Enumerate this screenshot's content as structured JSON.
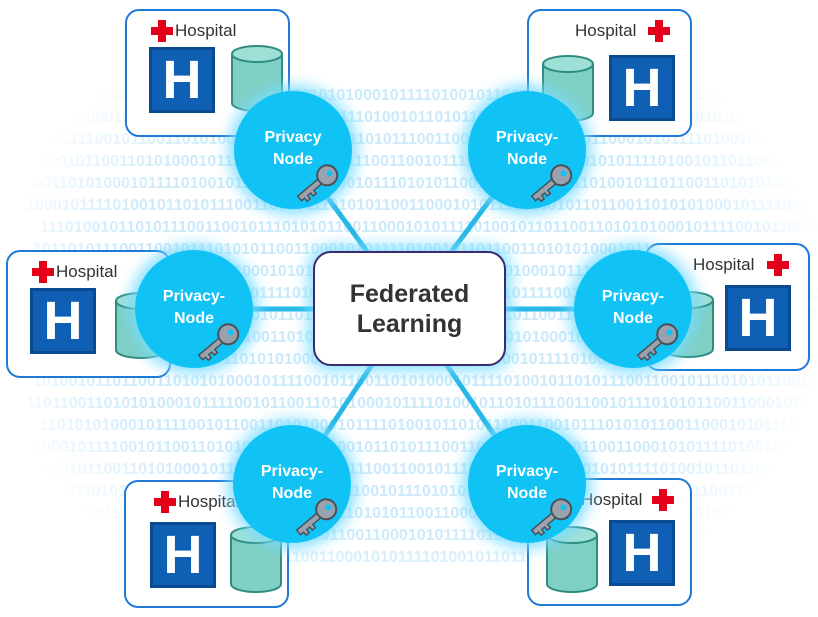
{
  "center": {
    "title_line1": "Federated",
    "title_line2": "Learning"
  },
  "hospital_label": "Hospital",
  "hospital_letter": "H",
  "privacy_line1_a": "Privacy",
  "privacy_line1_b": "Privacy-",
  "privacy_line2": "Node",
  "binary_text": "0110011010101000101111001011001101010001011110100101101011100110010111010101100110001010111101001011",
  "colors": {
    "node": "#11c3f5",
    "link": "#27b8e8",
    "card_border": "#1e7ad6",
    "hospital_box": "#0f5fb4",
    "cross": "#e4001b",
    "database": "#7fd0c4",
    "key": "#9aa3ad",
    "center_border": "#3c2a6e"
  },
  "icons": [
    "hospital-cross-icon",
    "hospital-h-icon",
    "database-icon",
    "key-icon"
  ]
}
